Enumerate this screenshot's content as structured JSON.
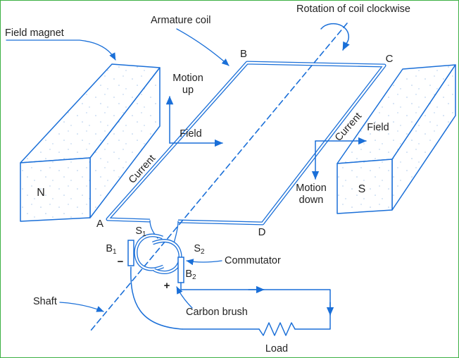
{
  "colors": {
    "line": "#1a6fd8",
    "text": "#222222",
    "border": "#3cb043",
    "background": "#ffffff"
  },
  "labels": {
    "field_magnet": "Field magnet",
    "armature_coil": "Armature coil",
    "rotation": "Rotation of coil clockwise",
    "motion_up_1": "Motion",
    "motion_up_2": "up",
    "field_left": "Field",
    "current_left": "Current",
    "current_right": "Current",
    "field_right": "Field",
    "motion_down_1": "Motion",
    "motion_down_2": "down",
    "pole_n": "N",
    "pole_s": "S",
    "vertex_a": "A",
    "vertex_b": "B",
    "vertex_c": "C",
    "vertex_d": "D",
    "s1_base": "S",
    "s1_sub": "1",
    "s2_base": "S",
    "s2_sub": "2",
    "b1_base": "B",
    "b1_sub": "1",
    "b2_base": "B",
    "b2_sub": "2",
    "minus": "−",
    "plus": "+",
    "commutator": "Commutator",
    "shaft": "Shaft",
    "carbon_brush": "Carbon brush",
    "load": "Load"
  }
}
